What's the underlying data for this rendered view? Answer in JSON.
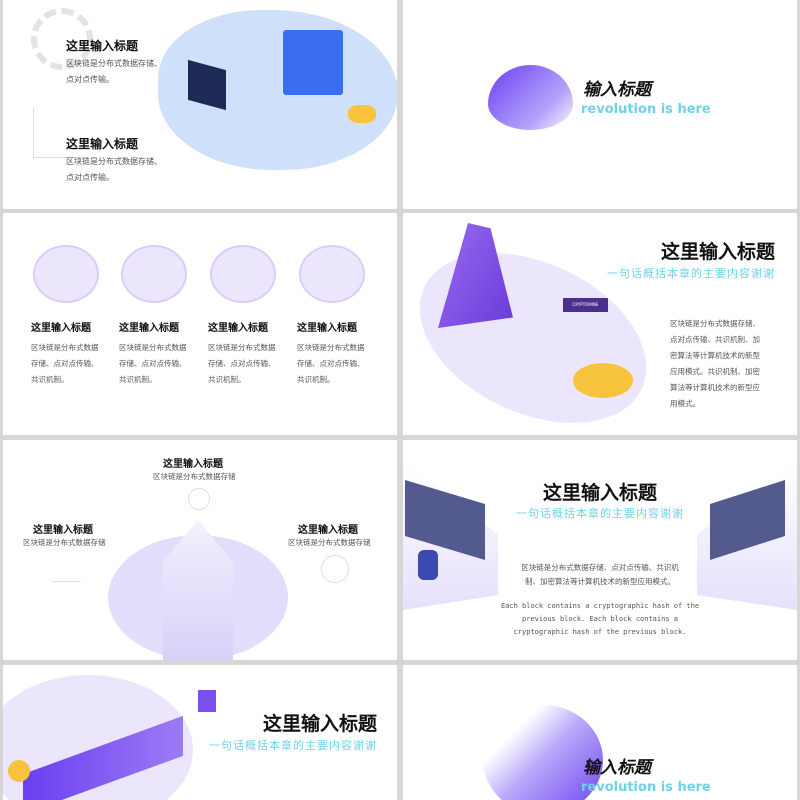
{
  "slides": [
    {
      "items": [
        {
          "title": "这里输入标题",
          "body1": "区块链是分布式数据存储、",
          "body2": "点对点传输。"
        },
        {
          "title": "这里输入标题",
          "body1": "区块链是分布式数据存储、",
          "body2": "点对点传输。"
        }
      ]
    },
    {
      "title": "输入标题",
      "subtitle": "revolution is here"
    },
    {
      "items": [
        {
          "icon": "wallet-icon",
          "title": "这里输入标题",
          "body": [
            "区块链是分布式数据",
            "存储、点对点传输、",
            "共识机制。"
          ]
        },
        {
          "icon": "cloud-key-icon",
          "title": "这里输入标题",
          "body": [
            "区块链是分布式数据",
            "存储、点对点传输、",
            "共识机制。"
          ]
        },
        {
          "icon": "chain-lock-icon",
          "title": "这里输入标题",
          "body": [
            "区块链是分布式数据",
            "存储、点对点传输、",
            "共识机制。"
          ]
        },
        {
          "icon": "mining-machine-icon",
          "title": "这里输入标题",
          "body": [
            "区块链是分布式数据",
            "存储、点对点传输、",
            "共识机制。"
          ]
        }
      ]
    },
    {
      "title": "这里输入标题",
      "subtitle": "一句话概括本章的主要内容谢谢",
      "sign": "CRYPTOMINE",
      "body": [
        "区块链是分布式数据存储、",
        "点对点传输、共识机制、加",
        "密算法等计算机技术的新型",
        "应用模式。共识机制、加密",
        "算法等计算机技术的新型应",
        "用模式。"
      ]
    },
    {
      "top": {
        "title": "这里输入标题",
        "body": "区块链是分布式数据存储"
      },
      "left": {
        "title": "这里输入标题",
        "body": "区块链是分布式数据存储"
      },
      "right": {
        "title": "这里输入标题",
        "body": "区块链是分布式数据存储"
      }
    },
    {
      "title": "这里输入标题",
      "subtitle": "一句话概括本章的主要内容谢谢",
      "body": [
        "区块链是分布式数据存储、点对点传输、共识机",
        "制、加密算法等计算机技术的新型应用模式。"
      ],
      "english": [
        "Each block contains a cryptographic hash of the",
        "previous block. Each block contains a",
        "cryptographic hash of the previous block."
      ]
    },
    {
      "title": "这里输入标题",
      "subtitle": "一句话概括本章的主要内容谢谢"
    },
    {
      "title": "输入标题",
      "subtitle": "revolution is here"
    }
  ],
  "colors": {
    "purple": "#7b4ff0",
    "cyan": "#5fd0e8",
    "blue": "#3c6cf0",
    "lilac": "#ece6fc"
  }
}
